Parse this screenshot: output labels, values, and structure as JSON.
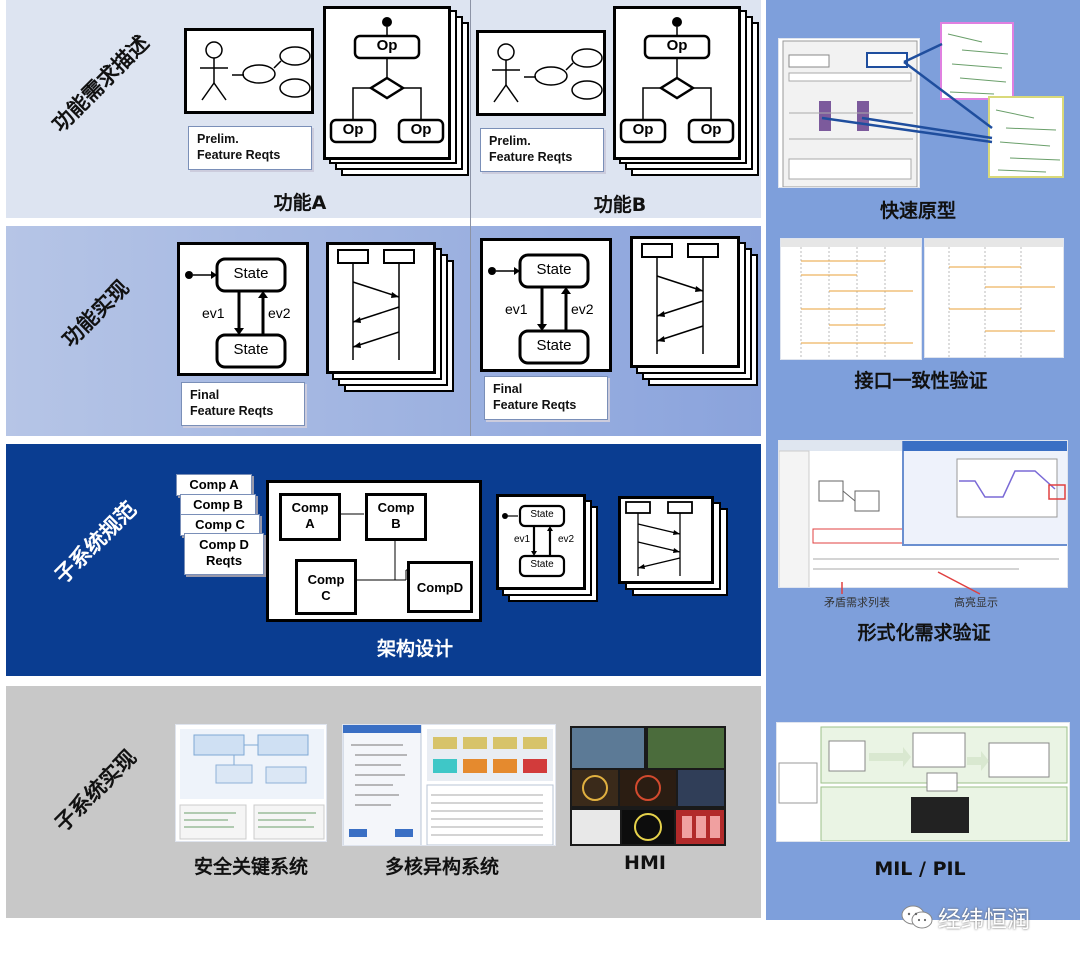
{
  "rows": {
    "row1": "功能需求描述",
    "row2": "功能实现",
    "row3": "子系统规范",
    "row4": "子系统实现"
  },
  "captions": {
    "feature_a": "功能A",
    "feature_b": "功能B",
    "arch_design": "架构设计",
    "safety_critical": "安全关键系统",
    "multicore": "多核异构系统",
    "hmi": "HMI",
    "rapid_prototype": "快速原型",
    "interface_check": "接口一致性验证",
    "formal_verification": "形式化需求验证",
    "mil_pil": "MIL / PIL"
  },
  "notes": {
    "prelim_a": [
      "Prelim.",
      "Feature Reqts"
    ],
    "prelim_b": [
      "Prelim.",
      "Feature Reqts"
    ],
    "final_a": [
      "Final",
      "Feature Reqts"
    ],
    "final_b": [
      "Final",
      "Feature Reqts"
    ]
  },
  "activity": {
    "op": "Op"
  },
  "statechart": {
    "state": "State",
    "ev1": "ev1",
    "ev2": "ev2"
  },
  "components": {
    "tags": [
      "Comp A",
      "Comp B",
      "Comp C",
      "Comp D\nReqts"
    ],
    "comp_a": "Comp\nA",
    "comp_b": "Comp\nB",
    "comp_c": "Comp\nC",
    "comp_d": "CompD"
  },
  "formal_labels": {
    "left": "矛盾需求列表",
    "right": "高亮显示"
  },
  "watermark": "经纬恒润",
  "colors": {
    "band_blue": "#0a3d91",
    "right_panel": "#7e9fdb",
    "band_grey": "#c8c8c8"
  }
}
